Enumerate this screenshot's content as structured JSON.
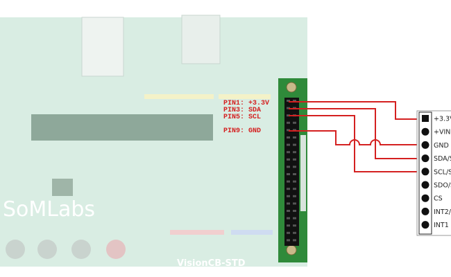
{
  "board": {
    "logo": "SoMLabs",
    "name": "VisionCB-STD",
    "colors": {
      "board": "#d9ede3",
      "header_pcb": "#2f8a3a",
      "wire": "#d42020"
    }
  },
  "pin_labels": [
    {
      "pin": "PIN1:",
      "signal": "+3.3V"
    },
    {
      "pin": "PIN3:",
      "signal": "SDA"
    },
    {
      "pin": "PIN5:",
      "signal": "SCL"
    },
    {
      "pin": "PIN9:",
      "signal": "GND"
    }
  ],
  "sensor_pins": [
    "+3.3V",
    "+VIN",
    "GND",
    "SDA/S",
    "SCL/S",
    "SDO/S",
    "CS",
    "INT2/",
    "INT1"
  ],
  "connections": [
    {
      "from": "PIN1",
      "to": "+3.3V"
    },
    {
      "from": "PIN3",
      "to": "SDA/S"
    },
    {
      "from": "PIN5",
      "to": "SCL/S"
    },
    {
      "from": "PIN9",
      "to": "GND"
    }
  ]
}
